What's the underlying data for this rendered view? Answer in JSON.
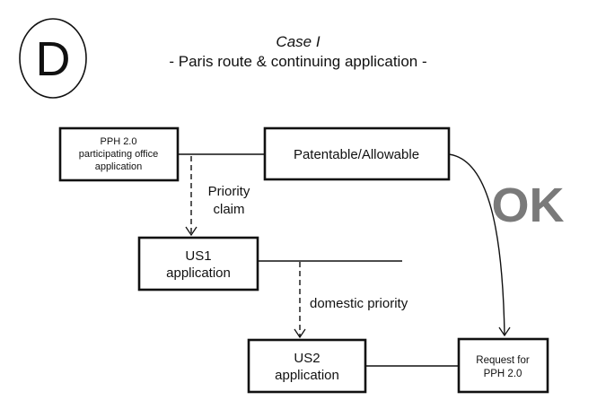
{
  "badge": {
    "letter": "D"
  },
  "header": {
    "title": "Case I",
    "subtitle": "- Paris route & continuing application -"
  },
  "nodes": {
    "pph_office": {
      "lines": [
        "PPH 2.0",
        "participating office",
        "application"
      ]
    },
    "patentable": {
      "lines": [
        "Patentable/Allowable"
      ]
    },
    "us1": {
      "lines": [
        "US1",
        "application"
      ]
    },
    "us2": {
      "lines": [
        "US2",
        "application"
      ]
    },
    "request": {
      "lines": [
        "Request for",
        "PPH 2.0"
      ]
    }
  },
  "edges": {
    "priority_claim": {
      "label_lines": [
        "Priority",
        "claim"
      ]
    },
    "domestic_priority": {
      "label": "domestic priority"
    }
  },
  "status": {
    "label": "OK",
    "color": "#7a7a7a"
  }
}
